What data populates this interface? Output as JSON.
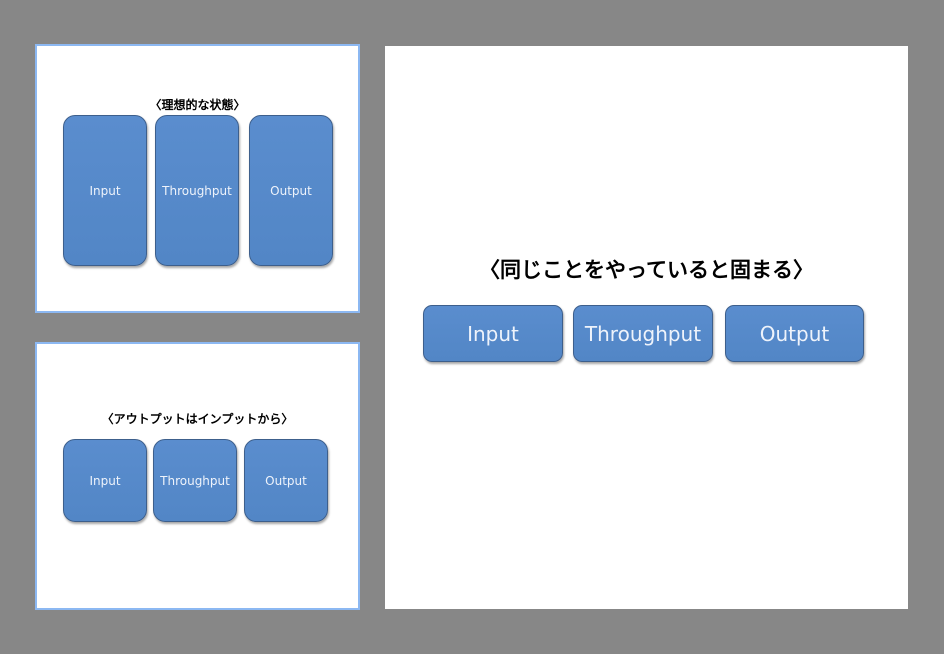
{
  "slides": [
    {
      "title": "〈理想的な状態〉",
      "boxes": [
        "Input",
        "Throughput",
        "Output"
      ]
    },
    {
      "title": "〈アウトプットはインプットから〉",
      "boxes": [
        "Input",
        "Throughput",
        "Output"
      ]
    },
    {
      "title": "〈同じことをやっていると固まる〉",
      "boxes": [
        "Input",
        "Throughput",
        "Output"
      ]
    }
  ],
  "colors": {
    "background": "#878787",
    "box": "#5588c9",
    "thumb_border": "#8cb8f2"
  }
}
